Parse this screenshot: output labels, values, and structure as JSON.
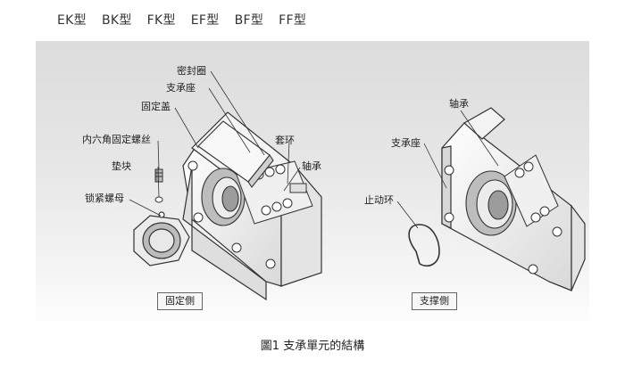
{
  "series_types": [
    "EK型",
    "BK型",
    "FK型",
    "EF型",
    "BF型",
    "FF型"
  ],
  "fixed_side": {
    "title": "固定側",
    "labels": {
      "seal": "密封圈",
      "housing": "支承座",
      "cover": "固定盖",
      "hex_screw": "内六角固定螺丝",
      "pad": "垫块",
      "locknut": "锁紧螺母",
      "collar": "套环",
      "bearing": "轴承"
    }
  },
  "support_side": {
    "title": "支撑側",
    "labels": {
      "bearing": "轴承",
      "housing": "支承座",
      "snap_ring": "止动环"
    }
  },
  "caption": "圖1  支承單元的結構"
}
